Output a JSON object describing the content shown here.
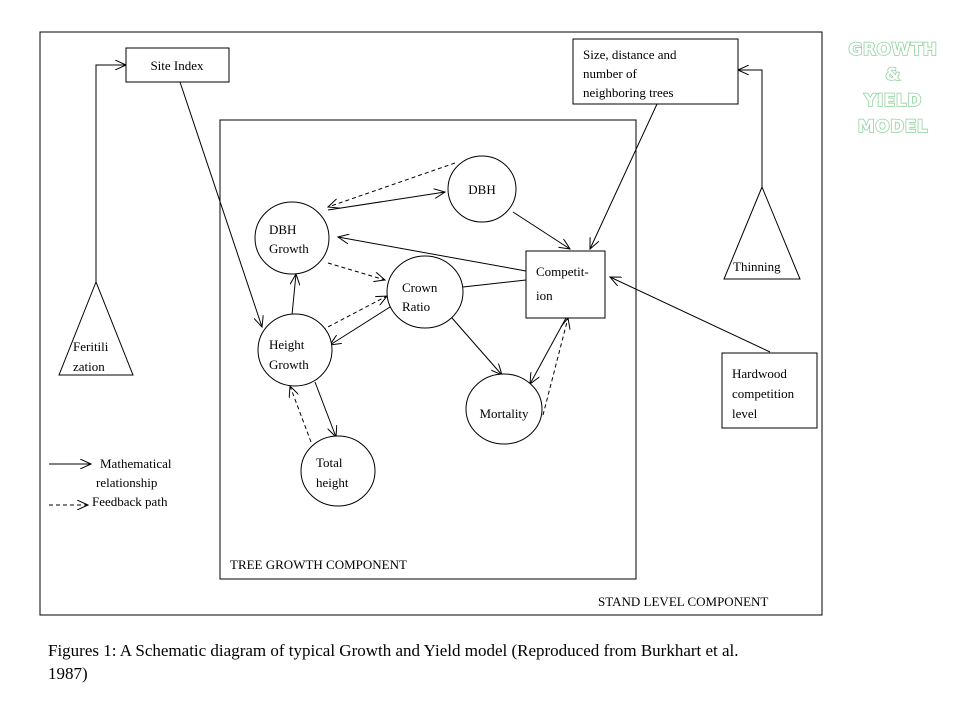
{
  "logo": {
    "line1": "GROWTH",
    "line2": "&",
    "line3": "YIELD",
    "line4": "MODEL"
  },
  "components": {
    "tree": "TREE GROWTH COMPONENT",
    "stand": "STAND LEVEL COMPONENT"
  },
  "nodes": {
    "site_index": "Site Index",
    "neighbors": [
      "Size, distance and",
      "number of",
      "neighboring trees"
    ],
    "dbh": "DBH",
    "dbh_growth": [
      "DBH",
      "Growth"
    ],
    "crown_ratio": [
      "Crown",
      "Ratio"
    ],
    "competition": [
      "Competit-",
      "ion"
    ],
    "height_growth": [
      "Height",
      "Growth"
    ],
    "mortality": "Mortality",
    "total_height": [
      "Total",
      "height"
    ],
    "fertilization": [
      "Feritili",
      "zation"
    ],
    "thinning": "Thinning",
    "hardwood": [
      "Hardwood",
      "competition",
      "level"
    ]
  },
  "legend": {
    "math_line1": "Mathematical",
    "math_line2": "relationship",
    "feedback": "Feedback path"
  },
  "caption": {
    "line1": "Figures 1: A Schematic diagram of typical Growth and Yield model (Reproduced from Burkhart et al.",
    "line2": "1987)"
  }
}
